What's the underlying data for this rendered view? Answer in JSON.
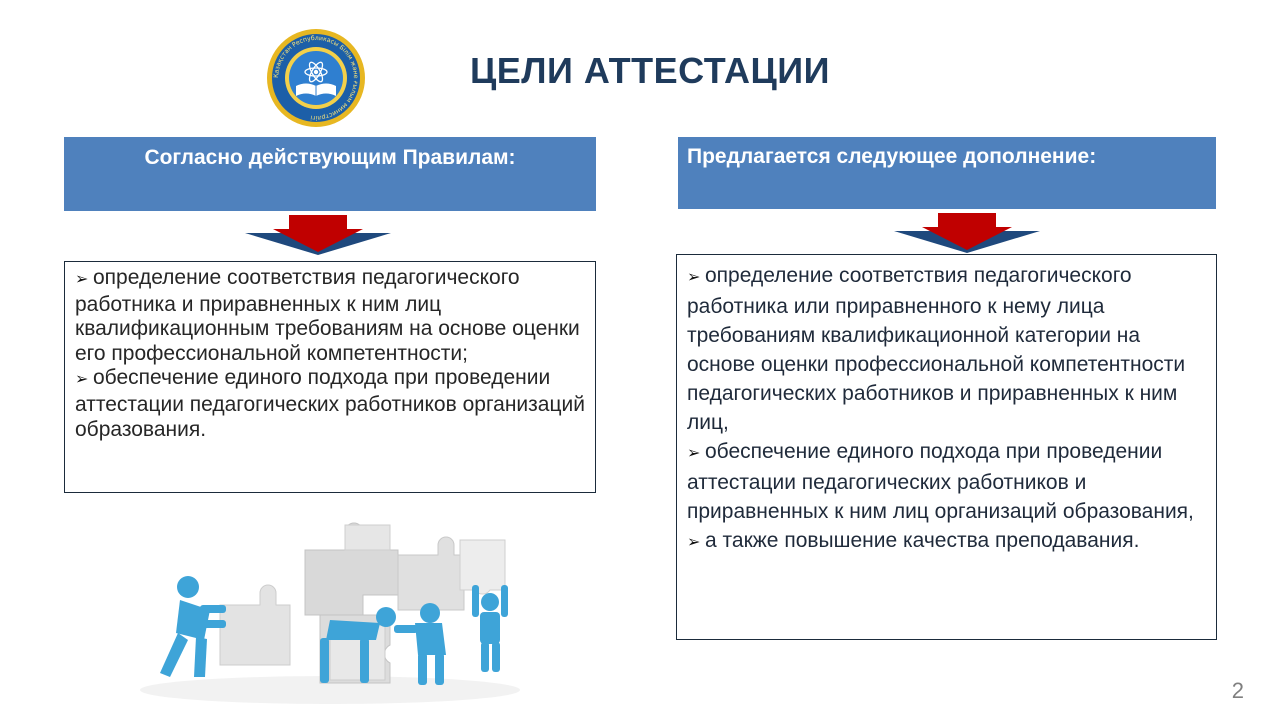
{
  "slide": {
    "title": "ЦЕЛИ АТТЕСТАЦИИ",
    "page_number": "2"
  },
  "logo": {
    "icon": "ministry-emblem-icon",
    "ring_text": "Қазақстан Республикасы Білім және ғылым министрлігі"
  },
  "left": {
    "header": "Согласно действующим Правилам:",
    "items": [
      "определение соответствия педагогического работника и приравненных к ним лиц квалификационным требованиям на основе оценки его профессиональной компетентности;",
      "обеспечение единого подхода при проведении аттестации педагогических работников организаций образования."
    ]
  },
  "right": {
    "header": "Предлагается следующее дополнение:",
    "items": [
      "определение соответствия педагогического работника или приравненного к нему лица требованиям квалификационной категории на основе оценки профессиональной компетентности педагогических работников и приравненных к ним лиц,",
      "обеспечение единого подхода при проведении аттестации педагогических работников и приравненных к ним лиц организаций образования,",
      "а также повышение качества преподавания."
    ]
  },
  "bullet_glyph": "➢",
  "colors": {
    "title": "#1f3b5c",
    "header_fill": "#4f81bd",
    "arrow_red": "#c00000",
    "arrow_blue": "#1f497d",
    "figures": "#3ea4d8",
    "puzzle": "#e3e3e3",
    "logo_gold": "#e7b722",
    "logo_blue": "#1c5fa8"
  }
}
